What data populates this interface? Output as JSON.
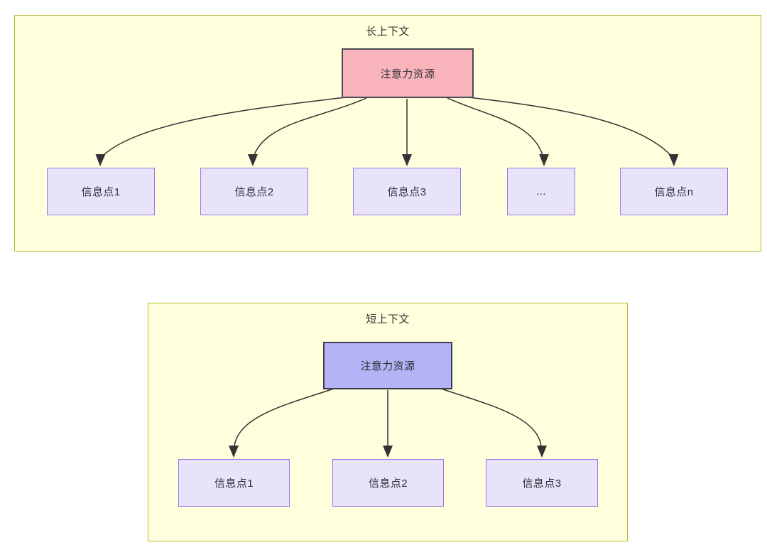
{
  "diagram": {
    "type": "tree-comparison",
    "title_semantic": "attention-resource-allocation-long-vs-short-context",
    "colors": {
      "panel_fill": "#ffffdd",
      "panel_border": "#b8b832",
      "root_long_fill": "#f9b4bb",
      "root_long_border": "#4a4a52",
      "root_short_fill": "#b3b3f5",
      "root_short_border": "#3d3d4d",
      "leaf_fill": "#e7e3fb",
      "leaf_border": "#9a78e0",
      "edge_stroke": "#333333",
      "text": "#333333"
    },
    "panels": [
      {
        "id": "long-context",
        "title": "长上下文",
        "root": {
          "label": "注意力资源"
        },
        "leaves": [
          {
            "label": "信息点1"
          },
          {
            "label": "信息点2"
          },
          {
            "label": "信息点3"
          },
          {
            "label": "..."
          },
          {
            "label": "信息点n"
          }
        ]
      },
      {
        "id": "short-context",
        "title": "短上下文",
        "root": {
          "label": "注意力资源"
        },
        "leaves": [
          {
            "label": "信息点1"
          },
          {
            "label": "信息点2"
          },
          {
            "label": "信息点3"
          }
        ]
      }
    ]
  }
}
